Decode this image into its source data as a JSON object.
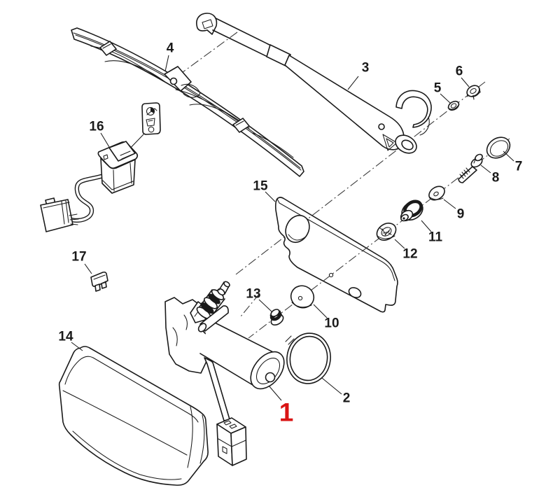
{
  "diagram": {
    "kind": "exploded-parts-diagram",
    "colors": {
      "line": "#1a1a1a",
      "background": "#ffffff",
      "highlight": "#d91414",
      "axis": "#3d3d3d"
    },
    "part_labels": [
      {
        "number": "1",
        "highlighted": true
      },
      {
        "number": "2",
        "highlighted": false
      },
      {
        "number": "3",
        "highlighted": false
      },
      {
        "number": "4",
        "highlighted": false
      },
      {
        "number": "5",
        "highlighted": false
      },
      {
        "number": "6",
        "highlighted": false
      },
      {
        "number": "7",
        "highlighted": false
      },
      {
        "number": "8",
        "highlighted": false
      },
      {
        "number": "9",
        "highlighted": false
      },
      {
        "number": "10",
        "highlighted": false
      },
      {
        "number": "11",
        "highlighted": false
      },
      {
        "number": "12",
        "highlighted": false
      },
      {
        "number": "13",
        "highlighted": false
      },
      {
        "number": "14",
        "highlighted": false
      },
      {
        "number": "15",
        "highlighted": false
      },
      {
        "number": "16",
        "highlighted": false
      },
      {
        "number": "17",
        "highlighted": false
      }
    ]
  }
}
